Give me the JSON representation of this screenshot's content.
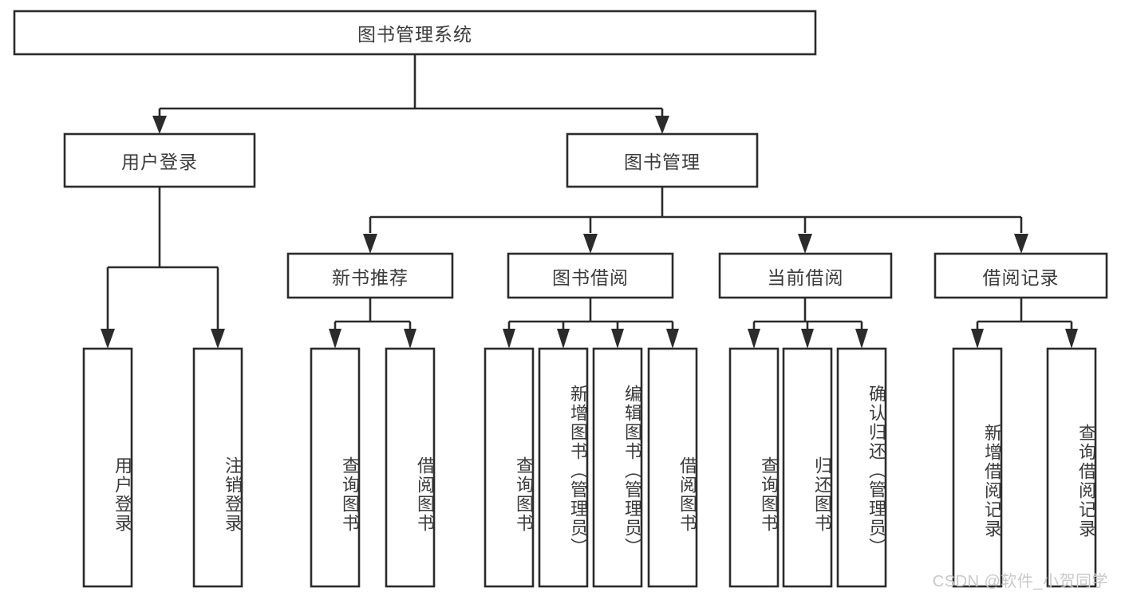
{
  "diagram": {
    "type": "hierarchy-tree",
    "title": "图书管理系统",
    "watermark": "CSDN @软件_小贺同学",
    "colors": {
      "line": "#2b2b2b",
      "box_fill": "#ffffff",
      "text": "#3b3b3b",
      "watermark": "#c9c9c9",
      "background": "#ffffff"
    },
    "levels": [
      {
        "level": 1,
        "nodes": [
          {
            "id": "root",
            "label": "图书管理系统",
            "orientation": "horizontal"
          }
        ]
      },
      {
        "level": 2,
        "nodes": [
          {
            "id": "login",
            "label": "用户登录",
            "orientation": "horizontal",
            "parent": "root"
          },
          {
            "id": "bookmgmt",
            "label": "图书管理",
            "orientation": "horizontal",
            "parent": "root"
          }
        ]
      },
      {
        "level": 3,
        "nodes": [
          {
            "id": "newbook",
            "label": "新书推荐",
            "orientation": "horizontal",
            "parent": "bookmgmt"
          },
          {
            "id": "borrow",
            "label": "图书借阅",
            "orientation": "horizontal",
            "parent": "bookmgmt"
          },
          {
            "id": "current",
            "label": "当前借阅",
            "orientation": "horizontal",
            "parent": "bookmgmt"
          },
          {
            "id": "records",
            "label": "借阅记录",
            "orientation": "horizontal",
            "parent": "bookmgmt"
          }
        ]
      },
      {
        "level": 4,
        "nodes": [
          {
            "id": "leaf-user-login",
            "label": "用户登录",
            "orientation": "vertical",
            "parent": "login"
          },
          {
            "id": "leaf-user-logout",
            "label": "注销登录",
            "orientation": "vertical",
            "parent": "login"
          },
          {
            "id": "leaf-query-book-1",
            "label": "查询图书",
            "orientation": "vertical",
            "parent": "newbook"
          },
          {
            "id": "leaf-borrow-book-1",
            "label": "借阅图书",
            "orientation": "vertical",
            "parent": "newbook"
          },
          {
            "id": "leaf-query-book-2",
            "label": "查询图书",
            "orientation": "vertical",
            "parent": "borrow"
          },
          {
            "id": "leaf-add-book",
            "label": "新增图书（管理员）",
            "orientation": "vertical",
            "parent": "borrow"
          },
          {
            "id": "leaf-edit-book",
            "label": "编辑图书（管理员）",
            "orientation": "vertical",
            "parent": "borrow"
          },
          {
            "id": "leaf-borrow-book-2",
            "label": "借阅图书",
            "orientation": "vertical",
            "parent": "borrow"
          },
          {
            "id": "leaf-query-book-3",
            "label": "查询图书",
            "orientation": "vertical",
            "parent": "current"
          },
          {
            "id": "leaf-return-book",
            "label": "归还图书",
            "orientation": "vertical",
            "parent": "current"
          },
          {
            "id": "leaf-confirm-return",
            "label": "确认归还（管理员）",
            "orientation": "vertical",
            "parent": "current"
          },
          {
            "id": "leaf-add-record",
            "label": "新增借阅记录",
            "orientation": "vertical",
            "parent": "records"
          },
          {
            "id": "leaf-query-record",
            "label": "查询借阅记录",
            "orientation": "vertical",
            "parent": "records"
          }
        ]
      }
    ]
  },
  "nodes": {
    "root": {
      "label": "图书管理系统"
    },
    "login": {
      "label": "用户登录"
    },
    "bookmgmt": {
      "label": "图书管理"
    },
    "newbook": {
      "label": "新书推荐"
    },
    "borrow": {
      "label": "图书借阅"
    },
    "current": {
      "label": "当前借阅"
    },
    "records": {
      "label": "借阅记录"
    },
    "leafUserLogin": {
      "label": "用户登录"
    },
    "leafUserLogout": {
      "label": "注销登录"
    },
    "leafQueryBook1": {
      "label": "查询图书"
    },
    "leafBorrowBook1": {
      "label": "借阅图书"
    },
    "leafQueryBook2": {
      "label": "查询图书"
    },
    "leafAddBook": {
      "label": "新增图书（管理员）"
    },
    "leafEditBook": {
      "label": "编辑图书（管理员）"
    },
    "leafBorrowBook2": {
      "label": "借阅图书"
    },
    "leafQueryBook3": {
      "label": "查询图书"
    },
    "leafReturnBook": {
      "label": "归还图书"
    },
    "leafConfirmReturn": {
      "label": "确认归还（管理员）"
    },
    "leafAddRecord": {
      "label": "新增借阅记录"
    },
    "leafQueryRecord": {
      "label": "查询借阅记录"
    }
  },
  "footer": {
    "watermark": "CSDN @软件_小贺同学"
  }
}
